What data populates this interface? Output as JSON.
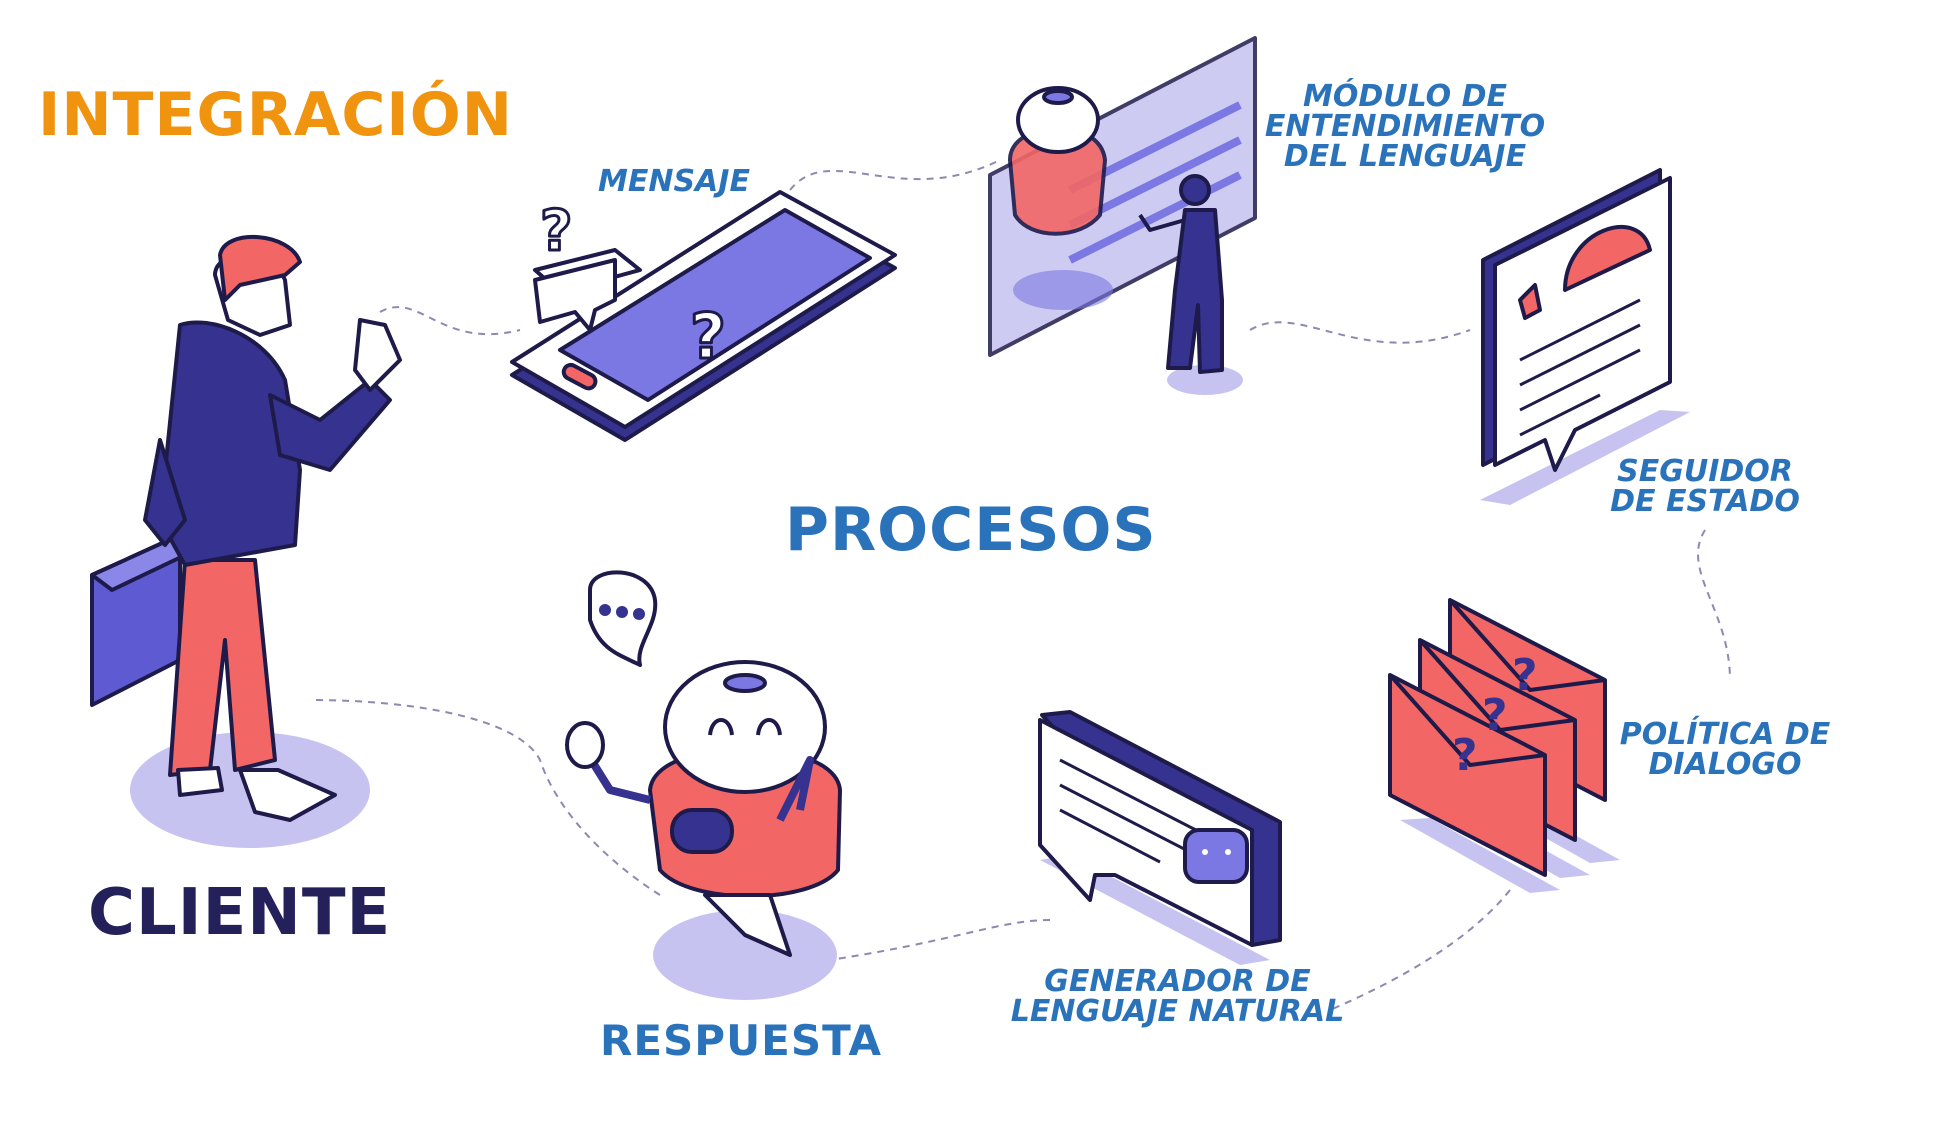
{
  "headings": {
    "integracion": "INTEGRACIÓN",
    "procesos": "PROCESOS",
    "cliente": "CLIENTE",
    "respuesta": "RESPUESTA"
  },
  "labels": {
    "mensaje": "MENSAJE",
    "modulo": [
      "MÓDULO DE",
      "ENTENDIMIENTO",
      "DEL LENGUAJE"
    ],
    "seguidor": [
      "SEGUIDOR",
      "DE ESTADO"
    ],
    "politica": [
      "POLÍTICA DE",
      "DIALOGO"
    ],
    "generador": [
      "GENERADOR DE",
      "LENGUAJE NATURAL"
    ]
  },
  "colors": {
    "orange": "#f0930f",
    "blue": "#2a73bb",
    "navy": "#23205a",
    "indigo": "#35338f",
    "coral": "#f26765",
    "lavender": "#c6c3f1",
    "violet": "#7b78e3"
  },
  "icons": [
    "person-icon",
    "smartphone-icon",
    "robot-screen-icon",
    "status-card-icon",
    "envelopes-icon",
    "speech-panel-icon",
    "robot-icon"
  ]
}
